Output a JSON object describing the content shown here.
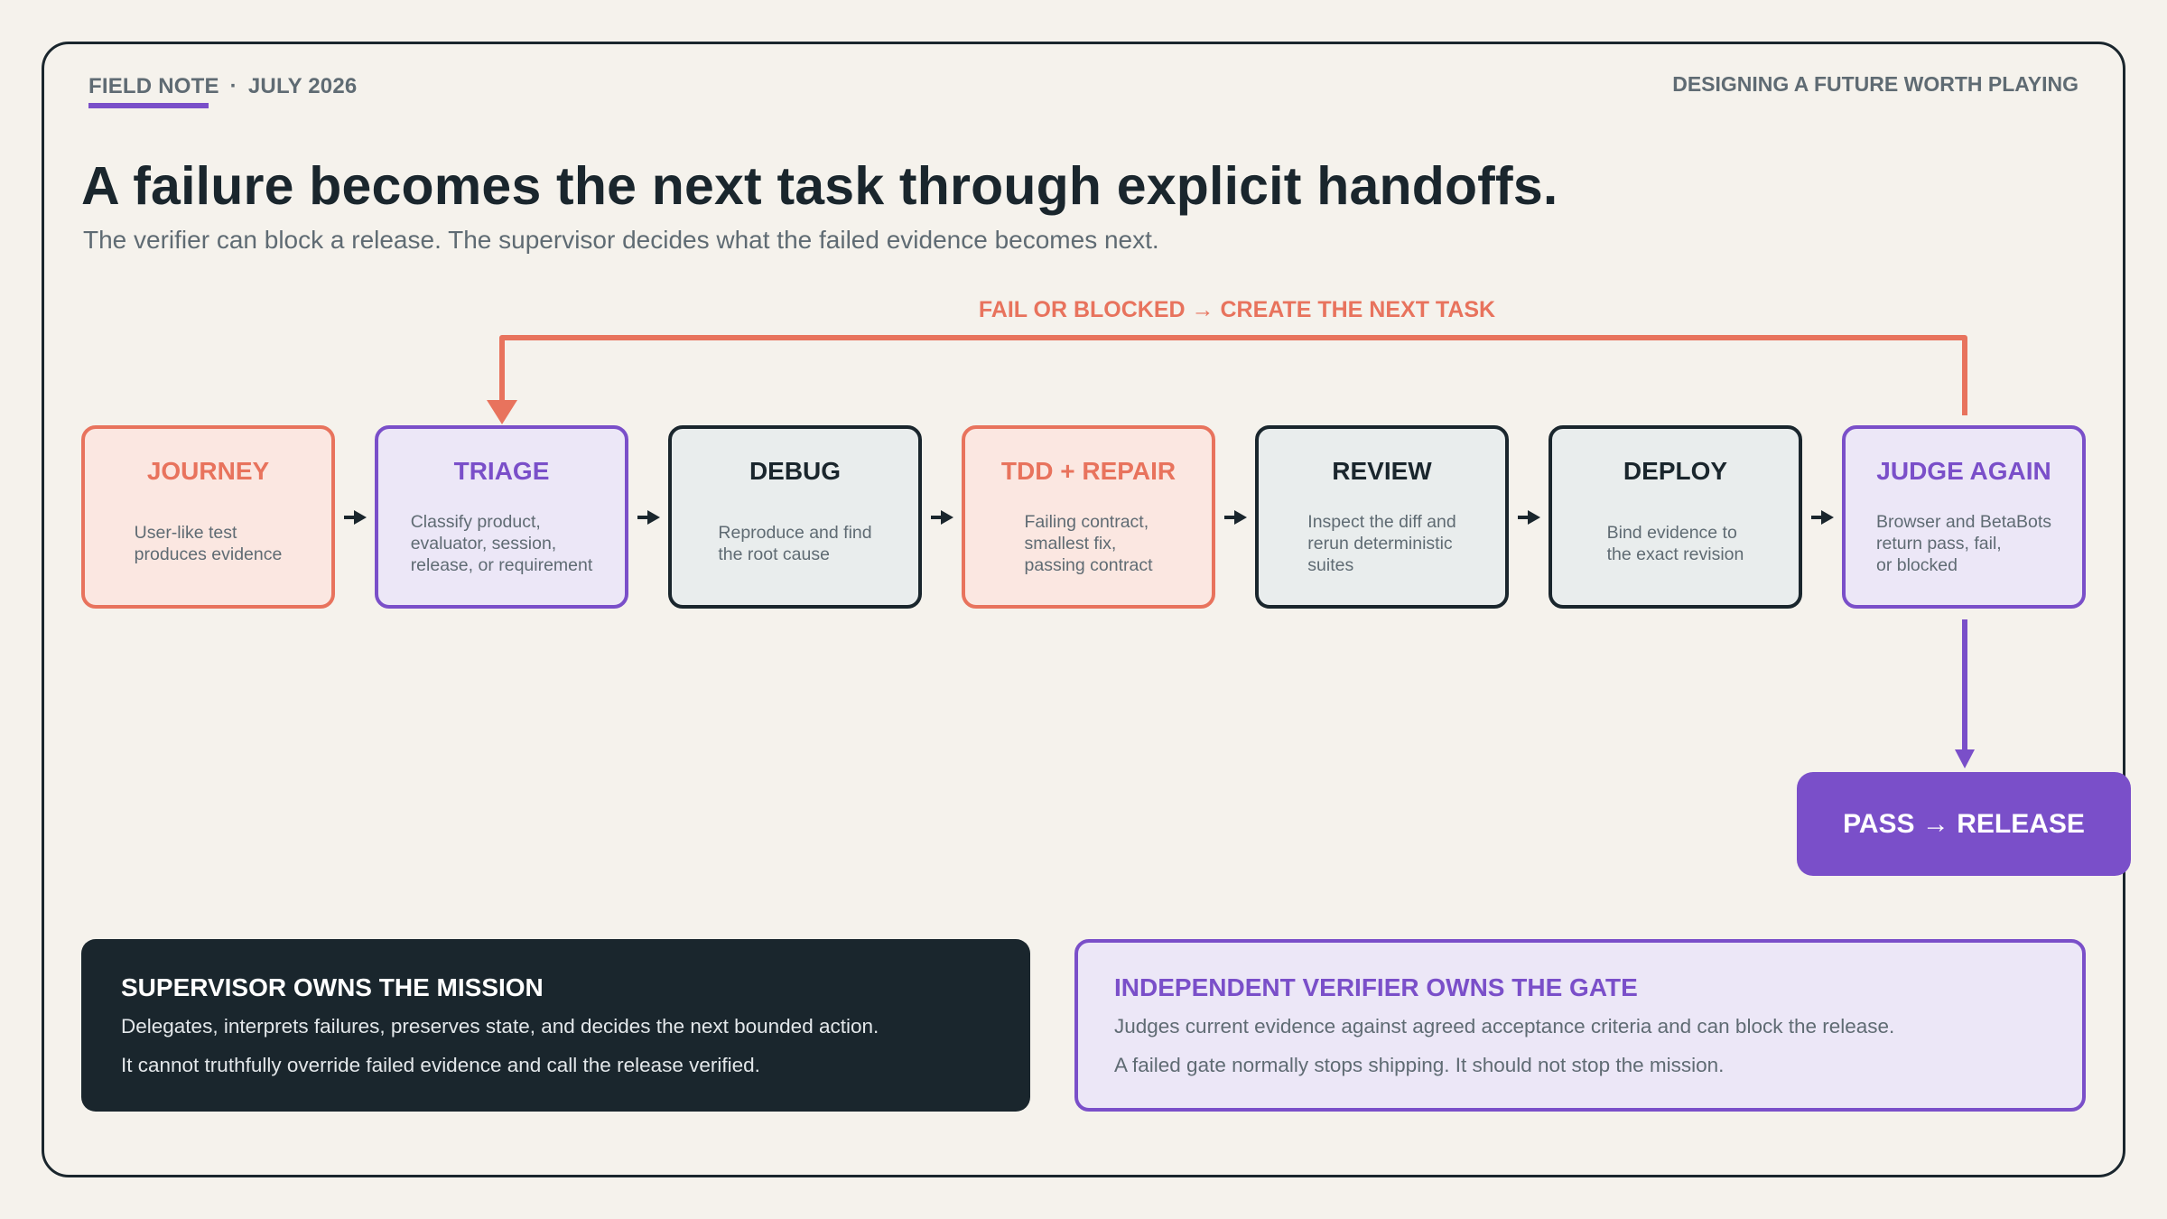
{
  "header": {
    "kicker_label": "FIELD NOTE",
    "kicker_separator": "·",
    "kicker_date": "JULY 2026",
    "series_title": "DESIGNING A FUTURE WORTH PLAYING"
  },
  "title": "A failure becomes the next task through explicit handoffs.",
  "subtitle": "The verifier can block a release. The supervisor decides what the failed evidence becomes next.",
  "loop_label": "FAIL OR BLOCKED → CREATE THE NEXT TASK",
  "steps": [
    {
      "title": "JOURNEY",
      "description": "User-like test\nproduces evidence",
      "tone": "coral"
    },
    {
      "title": "TRIAGE",
      "description": "Classify product,\nevaluator, session,\nrelease, or requirement",
      "tone": "purple"
    },
    {
      "title": "DEBUG",
      "description": "Reproduce and find\nthe root cause",
      "tone": "dark"
    },
    {
      "title": "TDD + REPAIR",
      "description": "Failing contract,\nsmallest fix,\npassing contract",
      "tone": "coral"
    },
    {
      "title": "REVIEW",
      "description": "Inspect the diff and\nrerun deterministic\nsuites",
      "tone": "dark"
    },
    {
      "title": "DEPLOY",
      "description": "Bind evidence to\nthe exact revision",
      "tone": "dark"
    },
    {
      "title": "JUDGE AGAIN",
      "description": "Browser and BetaBots\nreturn pass, fail,\nor blocked",
      "tone": "purple"
    }
  ],
  "release_label": "PASS → RELEASE",
  "cards": {
    "supervisor": {
      "title": "SUPERVISOR OWNS THE MISSION",
      "line1": "Delegates, interprets failures, preserves state, and decides the next bounded action.",
      "line2": "It cannot truthfully override failed evidence and call the release verified."
    },
    "verifier": {
      "title": "INDEPENDENT VERIFIER OWNS THE GATE",
      "line1": "Judges current evidence against agreed acceptance criteria and can block the release.",
      "line2": "A failed gate normally stops shipping. It should not stop the mission."
    }
  },
  "colors": {
    "background": "#f5f2ec",
    "ink": "#1a262d",
    "muted": "#5f6b73",
    "coral": "#e8735d",
    "coral_fill": "#fbe7e1",
    "purple": "#7a4fc9",
    "purple_fill": "#ece7f7",
    "dark_fill": "#e9eded"
  }
}
